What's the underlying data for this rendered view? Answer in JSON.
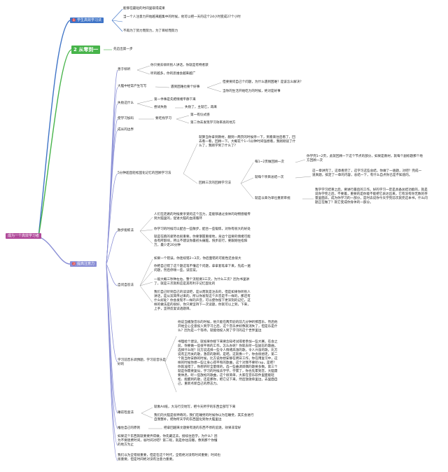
{
  "root": {
    "label": "成为一个高效学习者",
    "color": "#b04a9a"
  },
  "branch1": {
    "label": "学生高效学习法",
    "num": "1",
    "color": "#3f74c7",
    "leaves": [
      "能够在最短的时间里取得成果",
      "当一个人注意力开始越来越集中的时候，他可以把一天的这个24小时变成27个小时",
      "不再为了努力而努力，为了目标而努力"
    ]
  },
  "branch2": {
    "label": "从零到一",
    "num": "2",
    "color": "#47b44a",
    "leaves": [
      "先迈出第一步"
    ]
  },
  "branch3": {
    "label": "提高注意力",
    "num": "3",
    "color": "#8a8fd6",
    "nodes": {
      "n1": {
        "label": "善于倾听",
        "leaves": [
          "你只要去倾听别人讲话，你就是有特者获",
          "听的越多，你的思维会越来越广"
        ]
      },
      "n2": {
        "label": "大脑中经常产生写写",
        "mid": "遇到困难也要个好事",
        "leaves": [
          "但要要问自己个问题，为什么遇到困难？是该怎么解决？",
          "当你的生活开始吃力的时候，绝对是好事"
        ]
      },
      "n3": {
        "label": "失败这什么",
        "leaves": [
          "第一件事是先把情绪平静下来",
          "尝试失败"
        ],
        "sub": "失败了，主就它，再来"
      },
      "n4": {
        "label": "使学习加码",
        "mid": "要吃找学习",
        "leaves": [
          "第一有仪式感",
          "第二你去发现学习效率高的地方"
        ]
      },
      "n5": {
        "label": "成长的边界"
      },
      "n6": {
        "label": "5分钟超直轻松固化记忆的回顾学习法",
        "intro": "就算当你拿到教材，翻到一两页的时候停一下，到看来往后看了，回去看一看，回顾一下。大概花个1~5分钟时间强想看，我刚刚读了什么了，我刚学到了什么了？",
        "method": "回顾三次的回顾学习法",
        "steps": [
          {
            "label": "每1~2页做回顾一次",
            "text": "你学完1~2页，此就回顾一下这个节点的部分，如果是教材，就每个副标题那个地方回顾一次"
          },
          {
            "label": "就每个项目总结一次",
            "text": "这一章讲完了，这章看完了，这学习这些总结，你做了一遍题，对吧？完成一道真题，搞定了一章的内容，总结一下，有什么自点你已是不知道的。"
          },
          {
            "label": "就是以章为单位重新审视",
            "text": "我学学习结束之后，要进行最后的工作。好的学习一定是具备总结功能的，就是说你学完之后，不要着，重要的是你能不能把它表达出来，它有没有你无数的存量里面去，成为你学习的一部分，是时去说你今天学完前次就完这本书，什么问题正在做了？就它变成你身体的一部分。"
          }
        ]
      },
      "n7": {
        "label": "散步能练法",
        "leaves": [
          "人们在走路的时候要享受的这个压力，是能够通过身体的动物感缓传到大脑里的，促进大脑的血液循环",
          "你学习的时候可以配合一些散步，配合一些锻炼，对你有很大的好处",
          "就是在跑的姿势也很重要，你要掌握重接地，身边个运要的情绪可能会有所影响，所以不建议你最初头痛脑，快步前行，要跟刚住指阳万，最少走20分钟"
        ]
      },
      "n8": {
        "label": "自问自答法",
        "leaves": [
          "如果一个错误，你连续错2~3次，你后面错的可能性还会很大",
          "你把自己错了这个题这笔不懂这个问题，拿拿套笔拿下来，先成一遍问题，然后停顿一些，读答案。",
          "一般大概三秒钟左右，整个流程要3三次，为什么三次？因为书里讲了，就是三次就和应是其有利于记忆固化的",
          "我们自己听到自己的读读吧，是从而就是注去的，但是如果你听别人讲话，是从双耳传过来的，所以你发现这个声音是不一样的，那还有什么好处？你会发现不一样的声音，可以使你留下更深刻的记忆，这样的做法是的很好，你只要坚持下一次读题，你就可以上到，下来，上手，坚持反复读透题目。"
        ]
      },
      "n9": {
        "label": "学习前音乐调预题，学习前音乐是好的",
        "leaves": [
          "他说当播放音乐的时候，他只能在两页验的前几分钟听那首乐，然后他开始全心全意投入到学习之后，这个音乐并好像就消失了，但是乐是什么？因为是一个等待，就能他投入到了学习的这个世界里边",
          "书理给个建议，就如果你接下来要念知考试或者参加一些大赛，在会之前，你要做一些很平易的工作。怎么办呢？你就去听一些励志的歌曲，选择什么呢？比方说选择一些令人情绪高涨的歌，令人兴奋的歌，比方说有正月关的歌，激昂的歌啊，是吧。这就像一个，你会很想走。第二个就当你安静的时候，比方说你想安静在明日工作，你在用复习中，这样的时候你想一些让身心得平和的歌曲，这个对我不要听rap，是吧？你就准错了，你想听听全量情的，选一些曲调调偶的歌要多数。第三个就是你需要复似，学习的时候去学学，学累了，你也先累到音，大脑需要休息，听一些放松的歌曲，这个很简单，大家在音乐软件里面能轻松、能醒到的歌，还是那你，把它记下来，然后放歌单里边，去里面自己，重新点新自己的原志力。"
        ]
      },
      "n10": {
        "label": "睡前检查法",
        "leaves": [
          "就象A4纸，大马行交地写，把今天所学的东西全部写下来",
          "我们的大脑是很神奇的，我们在睡觉的时候你以为在睡觉，其实会进行自我整补，把你所天学的东西固化到你大脑里边"
        ]
      },
      "n11": {
        "label": "推住自己的原则",
        "leaves": [
          "把拿回越来文题要有逐的东西不停的追逐，效果非常好"
        ]
      },
      "tail": [
        "如果这个东西就就要要弄得做，你先藏这去，接续往后学。为什么？因为不要逐费时间，省时间对吧？第二呢，就是你往前撤，像到那个你懂的地方为止",
        "我们以为全错很重要，但是在这个时代，全错绝对没有时间重要；时间也很重要，但是时间绝对没有注意力重要。"
      ]
    }
  }
}
